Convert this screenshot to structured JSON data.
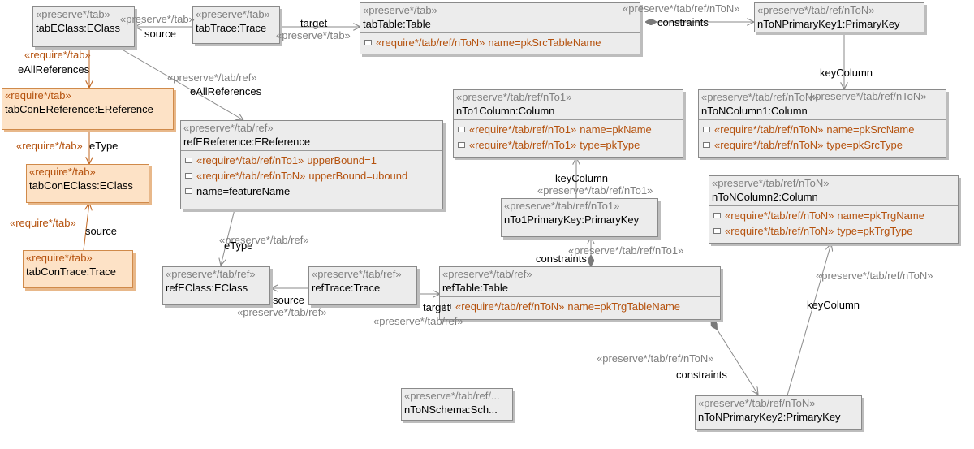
{
  "nodes": {
    "tabEClass": {
      "stereo": "«preserve*/tab»",
      "name": "tabEClass:EClass"
    },
    "tabTrace": {
      "stereo": "«preserve*/tab»",
      "name": "tabTrace:Trace"
    },
    "tabTable": {
      "stereo": "«preserve*/tab»",
      "name": "tabTable:Table",
      "attrs": [
        {
          "stereo": "«require*/tab/ref/nToN»",
          "value": "name=pkSrcTableName"
        }
      ]
    },
    "nToNPrimaryKey1": {
      "stereo": "«preserve*/tab/ref/nToN»",
      "name": "nToNPrimaryKey1:PrimaryKey"
    },
    "tabConEReference": {
      "stereo": "«require*/tab»",
      "name": "tabConEReference:EReference"
    },
    "tabConEClass": {
      "stereo": "«require*/tab»",
      "name": "tabConEClass:EClass"
    },
    "tabConTrace": {
      "stereo": "«require*/tab»",
      "name": "tabConTrace:Trace"
    },
    "refEReference": {
      "stereo": "«preserve*/tab/ref»",
      "name": "refEReference:EReference",
      "attrs": [
        {
          "stereo": "«require*/tab/ref/nTo1»",
          "value": "upperBound=1"
        },
        {
          "stereo": "«require*/tab/ref/nToN»",
          "value": "upperBound=ubound"
        },
        {
          "stereo": "",
          "value": "name=featureName"
        }
      ]
    },
    "nTo1Column": {
      "stereo": "«preserve*/tab/ref/nTo1»",
      "name": "nTo1Column:Column",
      "attrs": [
        {
          "stereo": "«require*/tab/ref/nTo1»",
          "value": "name=pkName"
        },
        {
          "stereo": "«require*/tab/ref/nTo1»",
          "value": "type=pkType"
        }
      ]
    },
    "nToNColumn1": {
      "stereo": "«preserve*/tab/ref/nToN»",
      "name": "nToNColumn1:Column",
      "attrs": [
        {
          "stereo": "«require*/tab/ref/nToN»",
          "value": "name=pkSrcName"
        },
        {
          "stereo": "«require*/tab/ref/nToN»",
          "value": "type=pkSrcType"
        }
      ]
    },
    "nTo1PrimaryKey": {
      "stereo": "«preserve*/tab/ref/nTo1»",
      "name": "nTo1PrimaryKey:PrimaryKey"
    },
    "nToNColumn2": {
      "stereo": "«preserve*/tab/ref/nToN»",
      "name": "nToNColumn2:Column",
      "attrs": [
        {
          "stereo": "«require*/tab/ref/nToN»",
          "value": "name=pkTrgName"
        },
        {
          "stereo": "«require*/tab/ref/nToN»",
          "value": "type=pkTrgType"
        }
      ]
    },
    "refEClass": {
      "stereo": "«preserve*/tab/ref»",
      "name": "refEClass:EClass"
    },
    "refTrace": {
      "stereo": "«preserve*/tab/ref»",
      "name": "refTrace:Trace"
    },
    "refTable": {
      "stereo": "«preserve*/tab/ref»",
      "name": "refTable:Table",
      "attrs": [
        {
          "stereo": "«require*/tab/ref/nToN»",
          "value": "name=pkTrgTableName"
        }
      ]
    },
    "nToNSchema": {
      "stereo": "«preserve*/tab/ref/...",
      "name": "nToNSchema:Sch..."
    },
    "nToNPrimaryKey2": {
      "stereo": "«preserve*/tab/ref/nToN»",
      "name": "nToNPrimaryKey2:PrimaryKey"
    }
  },
  "edge_labels": {
    "e1_stereo": "«preserve*/tab»",
    "e1_role": "source",
    "e2_role": "target",
    "e2_stereo": "«preserve*/tab»",
    "e3_stereo": "«preserve*/tab/ref/nToN»",
    "e3_role": "constraints",
    "e4_stereo": "«require*/tab»",
    "e4_role": "eAllReferences",
    "e5_stereo": "«preserve*/tab/ref»",
    "e5_role": "eAllReferences",
    "e6_stereo": "«require*/tab»",
    "e6_role": "eType",
    "e7_stereo": "«require*/tab»",
    "e7_role": "source",
    "e8_stereo": "«preserve*/tab/ref»",
    "e8_role": "eType",
    "e9_role": "source",
    "e9_stereo": "«preserve*/tab/ref»",
    "e10_role": "target",
    "e10_stereo": "«preserve*/tab/ref»",
    "e11_stereo": "«preserve*/tab/ref/nTo1»",
    "e11_role": "constraints",
    "e12_role": "keyColumn",
    "e12_stereo": "«preserve*/tab/ref/nTo1»",
    "e13_role": "keyColumn",
    "e13_stereo": "«preserve*/tab/ref/nToN»",
    "e14_stereo": "«preserve*/tab/ref/nToN»",
    "e14_role": "constraints",
    "e15_stereo": "«preserve*/tab/ref/nToN»",
    "e15_role": "keyColumn"
  }
}
